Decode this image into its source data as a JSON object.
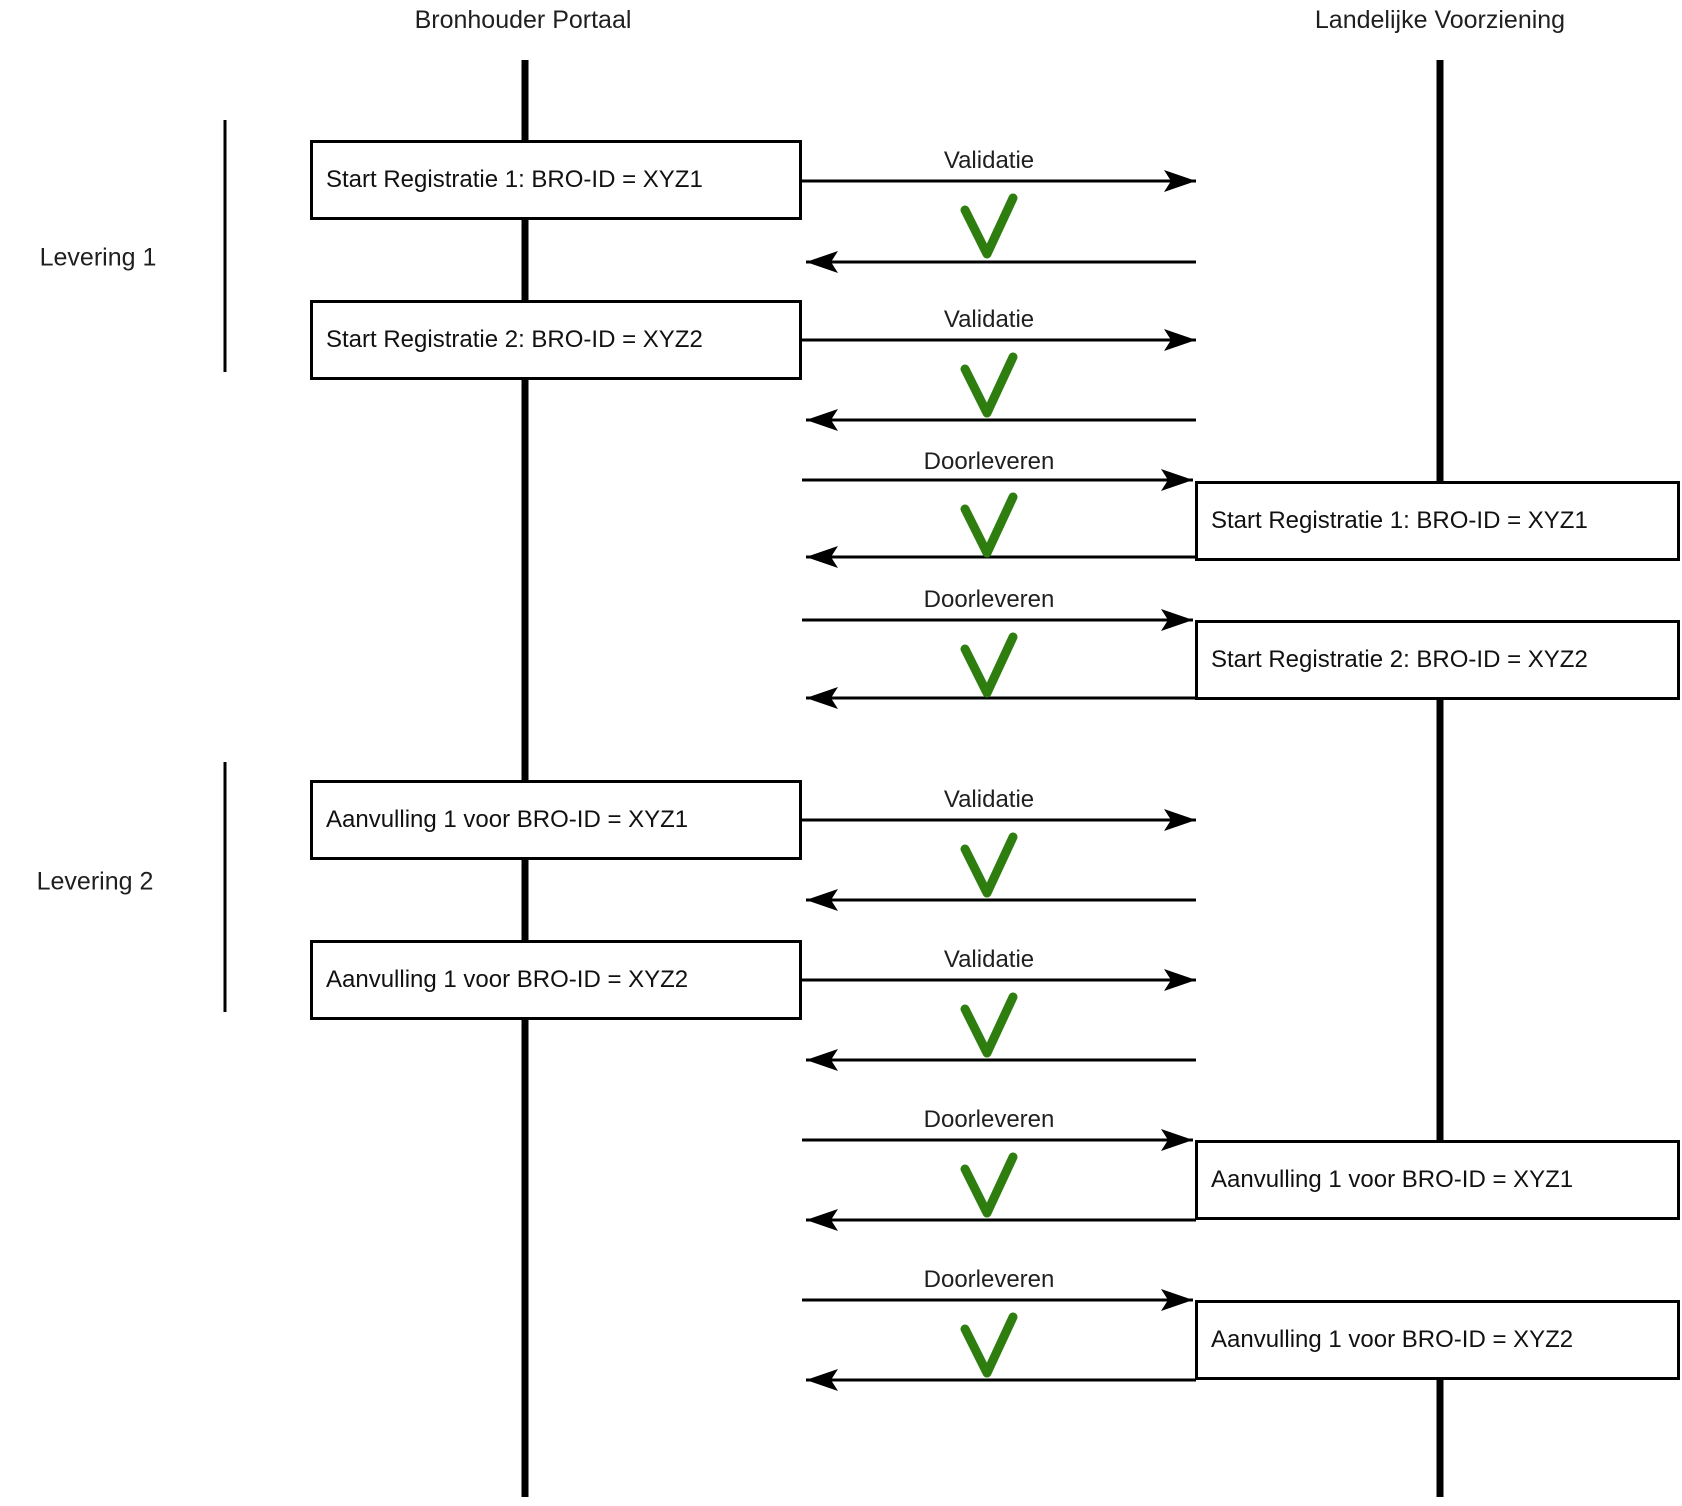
{
  "actors": {
    "left": {
      "label": "Bronhouder Portaal"
    },
    "right": {
      "label": "Landelijke Voorziening"
    }
  },
  "groups": [
    {
      "label": "Levering 1"
    },
    {
      "label": "Levering 2"
    }
  ],
  "boxes": {
    "left": [
      {
        "label": "Start Registratie 1: BRO-ID = XYZ1"
      },
      {
        "label": "Start Registratie 2: BRO-ID = XYZ2"
      },
      {
        "label": "Aanvulling 1 voor BRO-ID = XYZ1"
      },
      {
        "label": "Aanvulling 1 voor BRO-ID = XYZ2"
      }
    ],
    "right": [
      {
        "label": "Start Registratie 1: BRO-ID = XYZ1"
      },
      {
        "label": "Start Registratie 2: BRO-ID = XYZ2"
      },
      {
        "label": "Aanvulling 1 voor BRO-ID = XYZ1"
      },
      {
        "label": "Aanvulling 1 voor BRO-ID = XYZ2"
      }
    ]
  },
  "arrow_labels": [
    {
      "label": "Validatie"
    },
    {
      "label": "Validatie"
    },
    {
      "label": "Doorleveren"
    },
    {
      "label": "Doorleveren"
    },
    {
      "label": "Validatie"
    },
    {
      "label": "Validatie"
    },
    {
      "label": "Doorleveren"
    },
    {
      "label": "Doorleveren"
    }
  ],
  "icons": {
    "result_ok": "check-icon"
  },
  "colors": {
    "check_green": "#2e7d0f",
    "line": "#000000",
    "box_bg": "#ffffff"
  }
}
